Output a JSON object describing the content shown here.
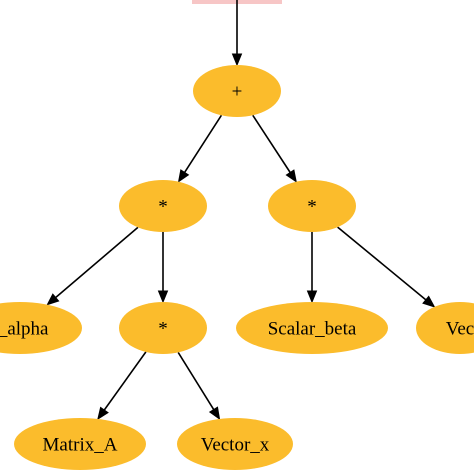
{
  "diagram": {
    "nodes": [
      {
        "id": "plus",
        "label": "+"
      },
      {
        "id": "mul_left",
        "label": "*"
      },
      {
        "id": "mul_right",
        "label": "*"
      },
      {
        "id": "scalar_alpha",
        "label": "r_alpha"
      },
      {
        "id": "mul_inner",
        "label": "*"
      },
      {
        "id": "scalar_beta",
        "label": "Scalar_beta"
      },
      {
        "id": "vec_right",
        "label": "Vec"
      },
      {
        "id": "matrix_a",
        "label": "Matrix_A"
      },
      {
        "id": "vector_x",
        "label": "Vector_x"
      }
    ],
    "edges": [
      {
        "from": "root",
        "to": "plus"
      },
      {
        "from": "plus",
        "to": "mul_left"
      },
      {
        "from": "plus",
        "to": "mul_right"
      },
      {
        "from": "mul_left",
        "to": "scalar_alpha"
      },
      {
        "from": "mul_left",
        "to": "mul_inner"
      },
      {
        "from": "mul_right",
        "to": "scalar_beta"
      },
      {
        "from": "mul_right",
        "to": "vec_right"
      },
      {
        "from": "mul_inner",
        "to": "matrix_a"
      },
      {
        "from": "mul_inner",
        "to": "vector_x"
      }
    ],
    "colors": {
      "node_fill": "#fbbc2c",
      "edge": "#000000",
      "root_stub": "#f7c6c6"
    }
  }
}
